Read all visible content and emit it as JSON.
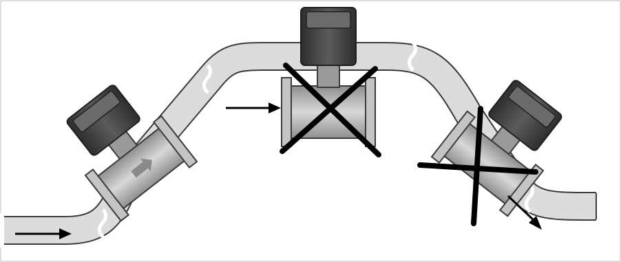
{
  "figure": {
    "kind": "flowmeter-installation-diagram",
    "flow_direction": "left-to-right",
    "meters": [
      {
        "id": "meter-left",
        "placement": "inclined-ascending-pipe",
        "status": "allowed"
      },
      {
        "id": "meter-middle",
        "placement": "highest-point-of-pipe",
        "status": "not-allowed"
      },
      {
        "id": "meter-right",
        "placement": "descending-pipe",
        "status": "not-allowed"
      }
    ],
    "colors": {
      "pipe_fill": "#dcdcdc",
      "pipe_stroke": "#3a3a3a",
      "flange_fill": "#c4c4c4",
      "head_fill": "#4a4a4a",
      "cross_mark": "#000000",
      "arrow": "#000000",
      "frame": "#bbbbbb"
    },
    "icons": [
      "flow-arrow",
      "cross-mark",
      "flowmeter"
    ]
  }
}
